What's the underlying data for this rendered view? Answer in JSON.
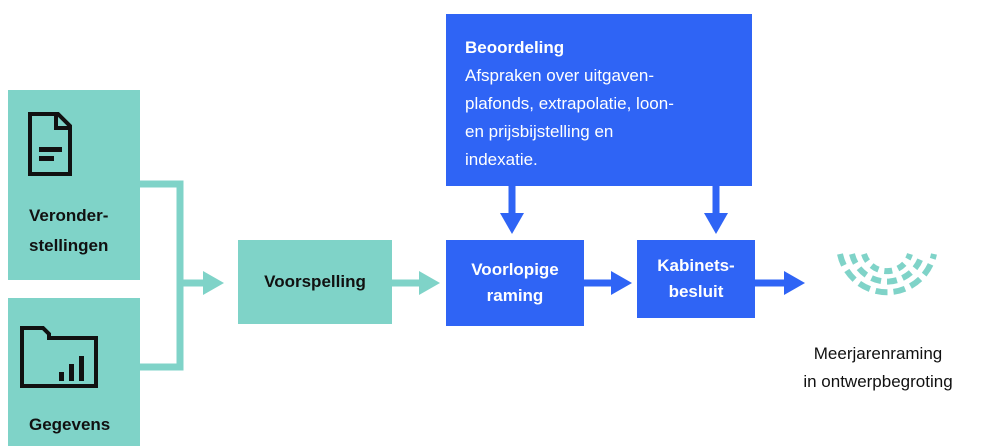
{
  "inputs": [
    {
      "label": "Veronder-\nstellingen",
      "icon": "document-icon"
    },
    {
      "label": "Gegevens",
      "icon": "folder-chart-icon"
    }
  ],
  "forecast": {
    "label": "Voorspelling"
  },
  "assessment": {
    "title": "Beoordeling",
    "body": "Afspraken over uitgaven-\nplafonds, extrapolatie, loon-\nen prijsbijstelling en\nindexatie."
  },
  "preliminary_estimate": {
    "label": "Voorlopige\nraming"
  },
  "cabinet_decision": {
    "label": "Kabinets-\nbesluit"
  },
  "output": {
    "label": "Meerjarenraming\nin ontwerpbegroting",
    "icon": "parliament-icon"
  },
  "colors": {
    "teal": "#7fd3c8",
    "blue": "#2f64f5",
    "connector": "#7fd3c8",
    "blue_arrow": "#2f64f5"
  }
}
